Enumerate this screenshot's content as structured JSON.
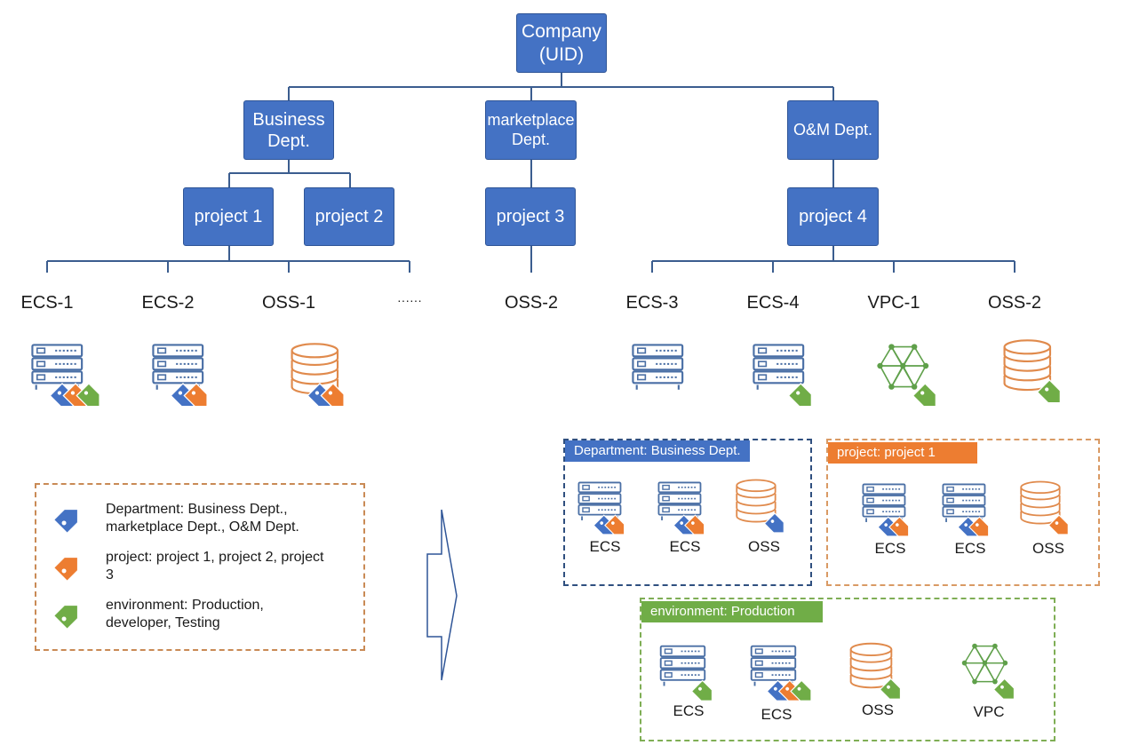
{
  "tree": {
    "root": "Company\n(UID)",
    "departments": [
      "Business\nDept.",
      "marketplace\nDept.",
      "O&M Dept."
    ],
    "projects": [
      "project 1",
      "project 2",
      "project 3",
      "project 4"
    ]
  },
  "resources": [
    "ECS-1",
    "ECS-2",
    "OSS-1",
    "······",
    "OSS-2",
    "ECS-3",
    "ECS-4",
    "VPC-1",
    "OSS-2"
  ],
  "legend": [
    {
      "tag_color": "blue",
      "text": "Department: Business Dept., marketplace Dept., O&M Dept."
    },
    {
      "tag_color": "orange",
      "text": "project: project 1, project 2, project 3"
    },
    {
      "tag_color": "green",
      "text": "environment: Production, developer, Testing"
    }
  ],
  "groups": {
    "department": {
      "title": "Department: Business Dept.",
      "items": [
        "ECS",
        "ECS",
        "OSS"
      ]
    },
    "project": {
      "title": "project: project 1",
      "items": [
        "ECS",
        "ECS",
        "OSS"
      ]
    },
    "environment": {
      "title": "environment: Production",
      "items": [
        "ECS",
        "ECS",
        "OSS",
        "VPC"
      ]
    }
  },
  "colors": {
    "node": "#4472C4",
    "blue_tag": "#4472C4",
    "orange_tag": "#ED7D31",
    "green_tag": "#70AD47",
    "connector": "#3b5d8f"
  },
  "icons": [
    "server-icon",
    "database-icon",
    "network-icon",
    "tag-icon",
    "arrow-icon"
  ]
}
